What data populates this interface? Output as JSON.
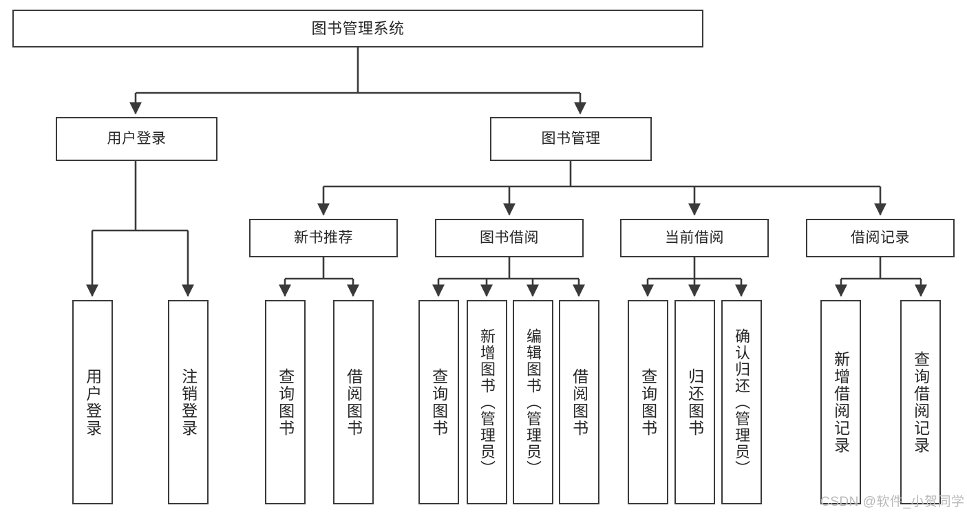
{
  "diagram": {
    "title": "图书管理系统",
    "type": "tree-hierarchy-chart",
    "watermark": "CSDN @软件_小贺同学",
    "colors": {
      "border": "#3a3a3a",
      "text": "#262626",
      "background": "#ffffff",
      "watermark": "#b9b9b9"
    }
  },
  "nodes": {
    "root": {
      "label": "图书管理系统"
    },
    "level2": [
      {
        "id": "user-login",
        "label": "用户登录"
      },
      {
        "id": "book-manage",
        "label": "图书管理"
      }
    ],
    "level3": [
      {
        "id": "new-book-recommend",
        "label": "新书推荐"
      },
      {
        "id": "book-borrow",
        "label": "图书借阅"
      },
      {
        "id": "current-borrow",
        "label": "当前借阅"
      },
      {
        "id": "borrow-record",
        "label": "借阅记录"
      }
    ],
    "leaves": [
      {
        "id": "leaf-user-login",
        "parent": "user-login",
        "label": "用户登录"
      },
      {
        "id": "leaf-user-logout",
        "parent": "user-login",
        "label": "注销登录"
      },
      {
        "id": "leaf-query-book-1",
        "parent": "new-book-recommend",
        "label": "查询图书"
      },
      {
        "id": "leaf-borrow-book-1",
        "parent": "new-book-recommend",
        "label": "借阅图书"
      },
      {
        "id": "leaf-query-book-2",
        "parent": "book-borrow",
        "label": "查询图书"
      },
      {
        "id": "leaf-add-book",
        "parent": "book-borrow",
        "label": "新增图书（管理员）"
      },
      {
        "id": "leaf-edit-book",
        "parent": "book-borrow",
        "label": "编辑图书（管理员）"
      },
      {
        "id": "leaf-borrow-book-2",
        "parent": "book-borrow",
        "label": "借阅图书"
      },
      {
        "id": "leaf-query-book-3",
        "parent": "current-borrow",
        "label": "查询图书"
      },
      {
        "id": "leaf-return-book",
        "parent": "current-borrow",
        "label": "归还图书"
      },
      {
        "id": "leaf-confirm-return",
        "parent": "current-borrow",
        "label": "确认归还（管理员）"
      },
      {
        "id": "leaf-add-record",
        "parent": "borrow-record",
        "label": "新增借阅记录"
      },
      {
        "id": "leaf-query-record",
        "parent": "borrow-record",
        "label": "查询借阅记录"
      }
    ]
  }
}
